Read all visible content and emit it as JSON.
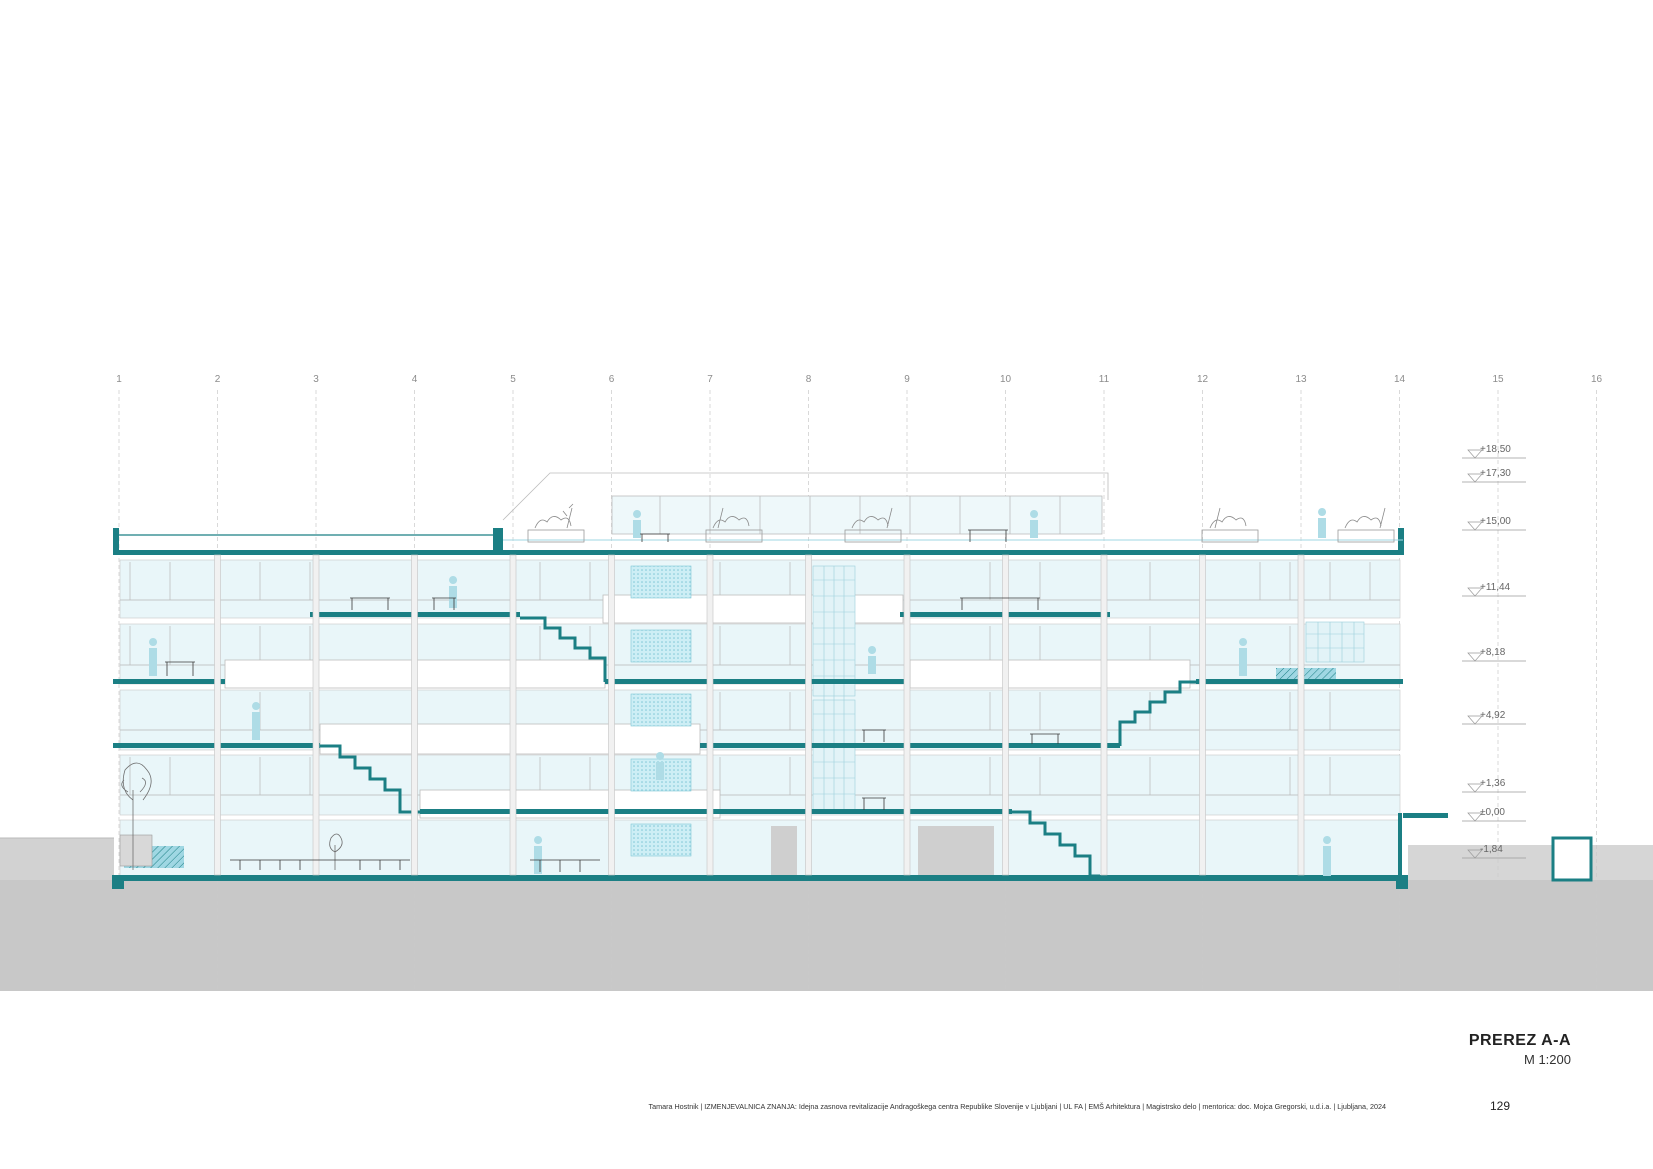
{
  "drawing": {
    "grid_axes": [
      "1",
      "2",
      "3",
      "4",
      "5",
      "6",
      "7",
      "8",
      "9",
      "10",
      "11",
      "12",
      "13",
      "14",
      "15",
      "16"
    ],
    "levels": [
      "+18,50",
      "+17,30",
      "+15,00",
      "+11,44",
      "+8,18",
      "+4,92",
      "+1,36",
      "±0,00",
      "-1,84"
    ],
    "colors": {
      "structure": "#1b7f84",
      "glazing": "#cfeaf2",
      "figures": "#aedce6",
      "ground": "#c8c8c8",
      "grid_line": "#bdbdbd",
      "pattern_panel": "#9fd7e3"
    }
  },
  "title_block": {
    "title": "PREREZ A-A",
    "scale": "M 1:200"
  },
  "footer": {
    "credit": "Tamara Hostnik | IZMENJEVALNICA ZNANJA: Idejna zasnova revitalizacije Andragoškega centra Republike Slovenije v Ljubljani | UL FA | EMŠ Arhitektura | Magistrsko delo | mentorica: doc. Mojca Gregorski, u.d.i.a. | Ljubljana, 2024",
    "page_number": "129"
  }
}
